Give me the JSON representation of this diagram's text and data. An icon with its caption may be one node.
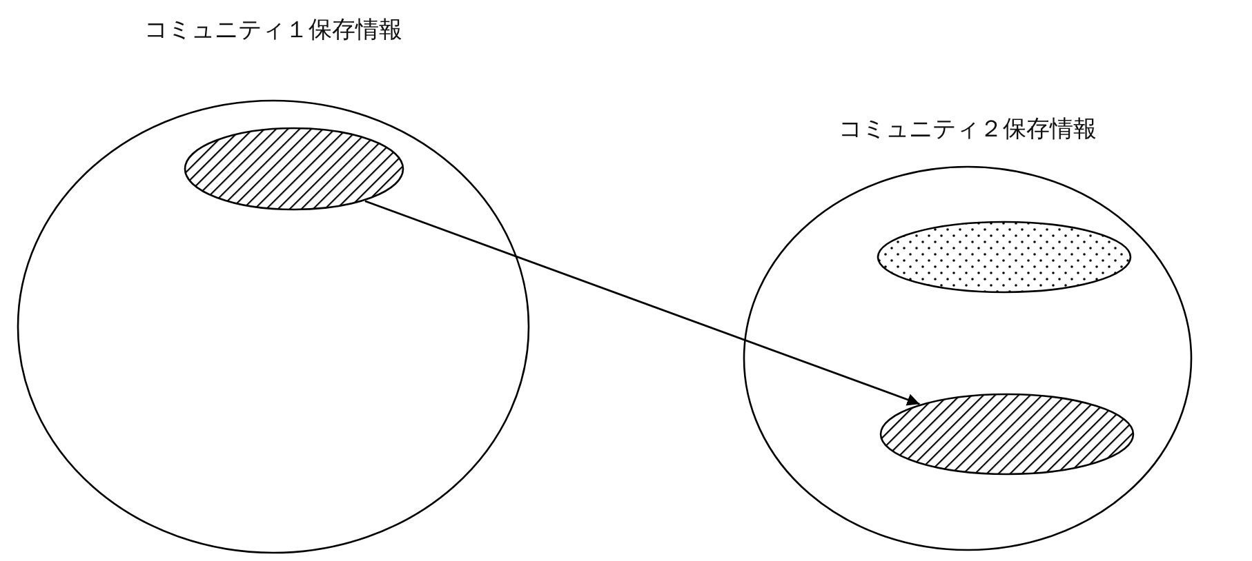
{
  "diagram": {
    "nodes": [
      {
        "text": [
          "コミュニティ１保存情報"
        ]
      },
      {
        "text": [],
        "shape": "ellipse",
        "in": 0
      },
      {
        "text": [
          "コミュニティ２保存情報"
        ]
      },
      {
        "text": [],
        "shape": "ellipse",
        "in": 2
      },
      {
        "text": [],
        "shape": "ellipse",
        "in": 2
      }
    ],
    "edges": [
      {
        "from": 1,
        "to": 4,
        "arrow": "to"
      }
    ]
  }
}
